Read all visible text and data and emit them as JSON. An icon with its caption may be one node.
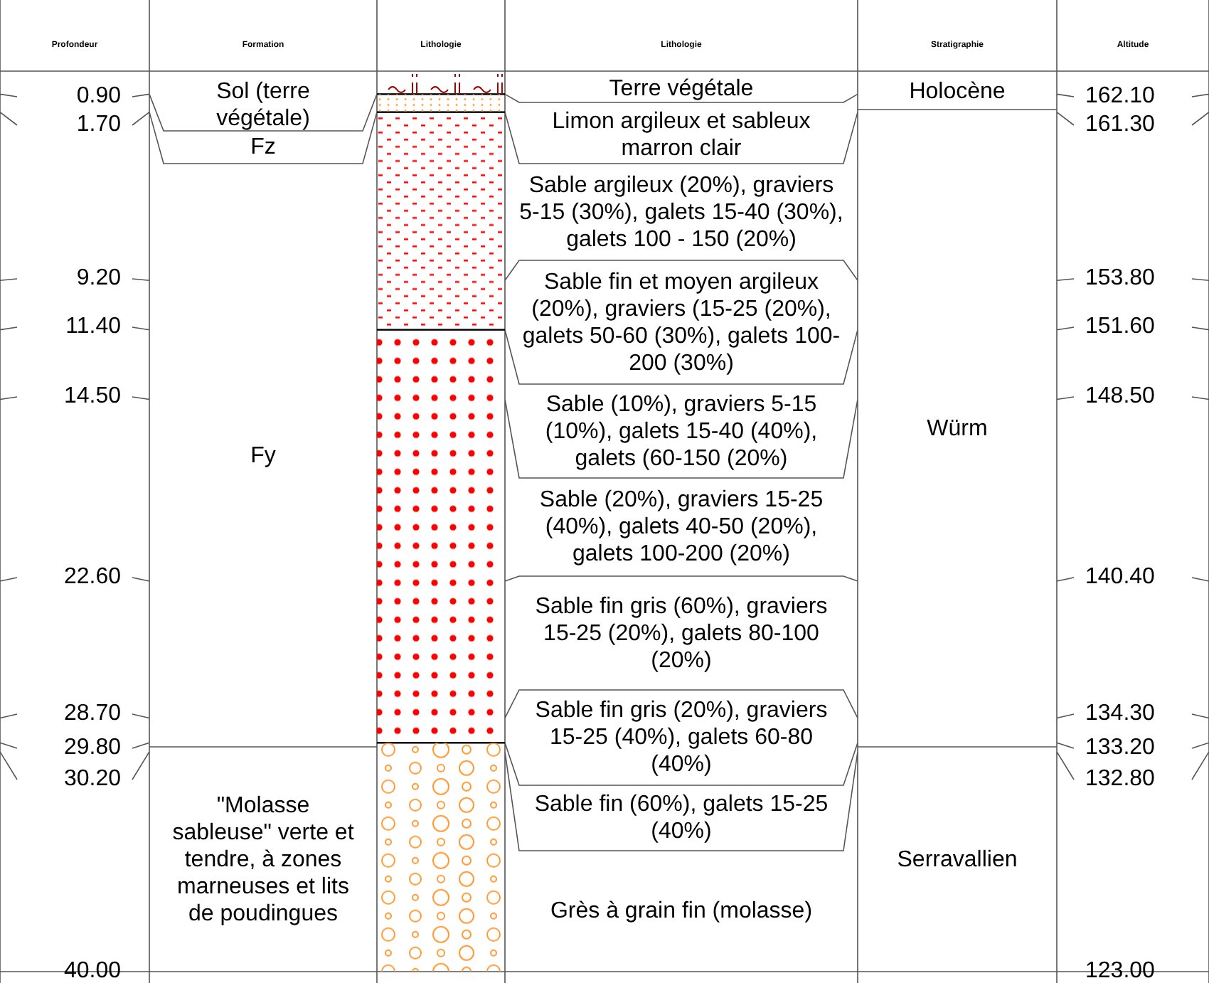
{
  "diagram": {
    "nodes": [
      {
        "text": [
          "Sol (terre végétale)"
        ]
      },
      {
        "text": [
          "Fz"
        ]
      },
      {
        "text": [
          "Fy"
        ]
      },
      {
        "text": [
          "\"Molasse sableuse\" verte et tendre, à zones marneuses et lits de poudingues"
        ]
      },
      {
        "text": [],
        "shape": "bar"
      },
      {
        "text": [],
        "shape": "bar"
      },
      {
        "text": [],
        "shape": "bar"
      },
      {
        "text": [],
        "shape": "bar"
      },
      {
        "text": [],
        "shape": "bar"
      },
      {
        "text": [
          "Terre végétale"
        ]
      },
      {
        "text": [
          "Limon argileux et sableux marron clair"
        ]
      },
      {
        "text": [
          "Sable argileux (20%), graviers 5-15 (30%), galets 15-40 (30%), galets 100 - 150 (20%)"
        ]
      },
      {
        "text": [
          "Sable fin et moyen argileux (20%), graviers (15-25 (20%), galets 50-60 (30%), galets 100-200 (30%)"
        ]
      },
      {
        "text": [
          "Sable (10%), graviers 5-15 (10%), galets 15-40 (40%), galets (60-150 (20%)"
        ]
      },
      {
        "text": [
          "Sable (20%), graviers 15-25 (40%), galets 40-50 (20%), galets 100-200 (20%)"
        ]
      },
      {
        "text": [
          "Sable fin gris (60%), graviers 15-25 (20%), galets 80-100 (20%)"
        ]
      },
      {
        "text": [
          "Sable fin gris (20%), graviers 15-25 (40%), galets 60-80 (40%)"
        ]
      },
      {
        "text": [
          "Sable fin (60%), galets 15-25 (40%)"
        ]
      },
      {
        "text": [
          "Grès à grain fin (molasse)"
        ]
      },
      {
        "text": [
          "Holocène"
        ]
      },
      {
        "text": [
          "Würm"
        ]
      },
      {
        "text": [
          "Serravallien"
        ]
      }
    ],
    "labels": [
      "Profondeur",
      "Formation",
      "Lithologie",
      "Lithologie",
      "Stratigraphie",
      "Altitude",
      "0.90",
      "162.10",
      "1.70",
      "161.30",
      "9.20",
      "153.80",
      "11.40",
      "151.60",
      "14.50",
      "148.50",
      "22.60",
      "140.40",
      "28.70",
      "134.30",
      "29.80",
      "133.20",
      "30.20",
      "132.80",
      "40.00",
      "123.00"
    ]
  }
}
